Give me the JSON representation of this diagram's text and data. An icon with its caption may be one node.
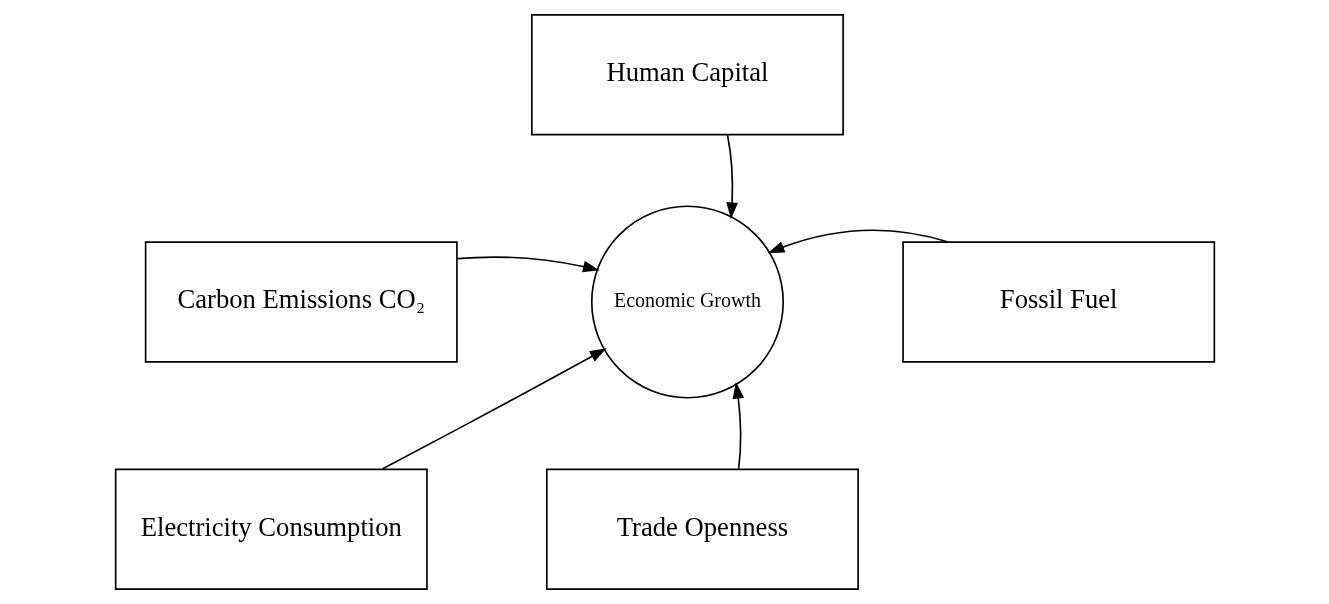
{
  "diagram": {
    "nodes": [
      {
        "text": [
          "Human Capital"
        ]
      },
      {
        "text": [
          "Carbon Emissions CO₂"
        ]
      },
      {
        "text": [
          "Economic Growth"
        ]
      },
      {
        "text": [
          "Fossil Fuel"
        ]
      },
      {
        "text": [
          "Electricity Consumption"
        ]
      },
      {
        "text": [
          "Trade Openness"
        ]
      }
    ],
    "edges": [
      {
        "from": 0,
        "to": 2,
        "arrow": "to"
      },
      {
        "from": 1,
        "to": 2,
        "arrow": "to"
      },
      {
        "from": 4,
        "to": 2,
        "arrow": "to"
      },
      {
        "from": 3,
        "to": 2,
        "arrow": "to"
      },
      {
        "from": 5,
        "to": 2,
        "arrow": "to"
      }
    ]
  }
}
